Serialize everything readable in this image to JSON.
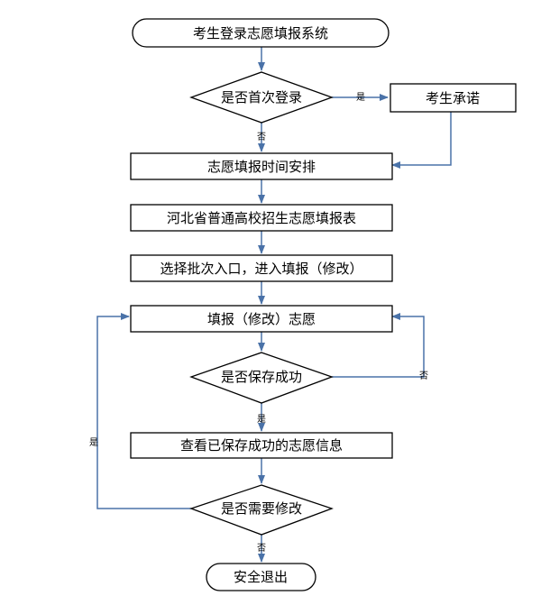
{
  "colors": {
    "arrow": "#4a72a8",
    "border": "#000000",
    "background": "#ffffff"
  },
  "nodes": {
    "start": "考生登录志愿填报系统",
    "first_login": "是否首次登录",
    "commitment": "考生承诺",
    "schedule": "志愿填报时间安排",
    "hebei_form": "河北省普通高校招生志愿填报表",
    "select_batch": "选择批次入口，进入填报（修改）",
    "fill_modify": "填报（修改）志愿",
    "save_success": "是否保存成功",
    "view_saved": "查看已保存成功的志愿信息",
    "need_modify": "是否需要修改",
    "exit": "安全退出"
  },
  "edges": {
    "first_yes": "是",
    "first_no": "否",
    "save_no": "否",
    "save_yes": "是",
    "modify_yes": "是",
    "modify_no": "否"
  }
}
